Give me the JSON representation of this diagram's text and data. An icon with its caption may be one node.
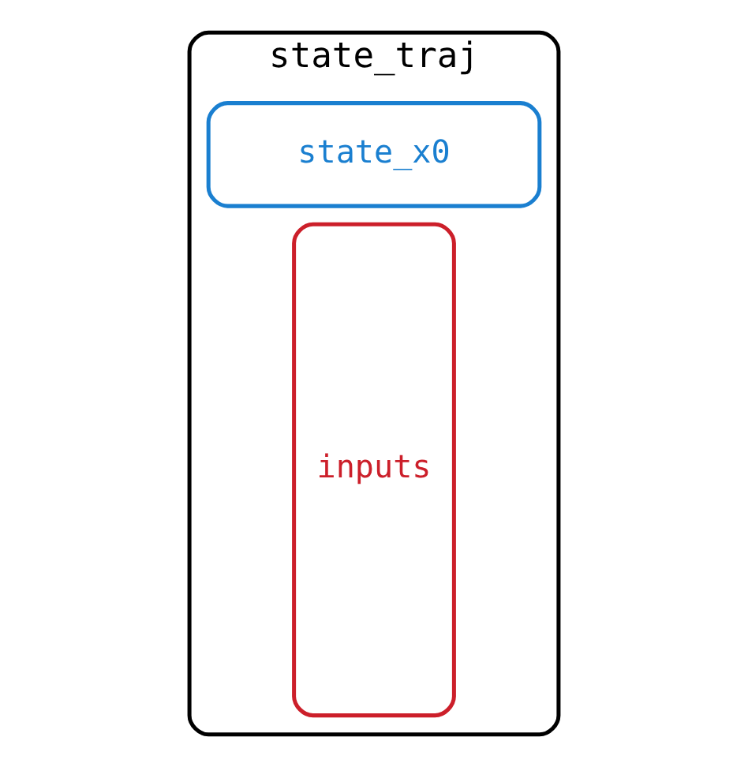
{
  "diagram": {
    "nodes": [
      {
        "text": [
          "state_traj"
        ]
      },
      {
        "text": [
          "state_x0"
        ],
        "in": 0
      },
      {
        "text": [
          "inputs"
        ],
        "in": 0
      }
    ]
  }
}
